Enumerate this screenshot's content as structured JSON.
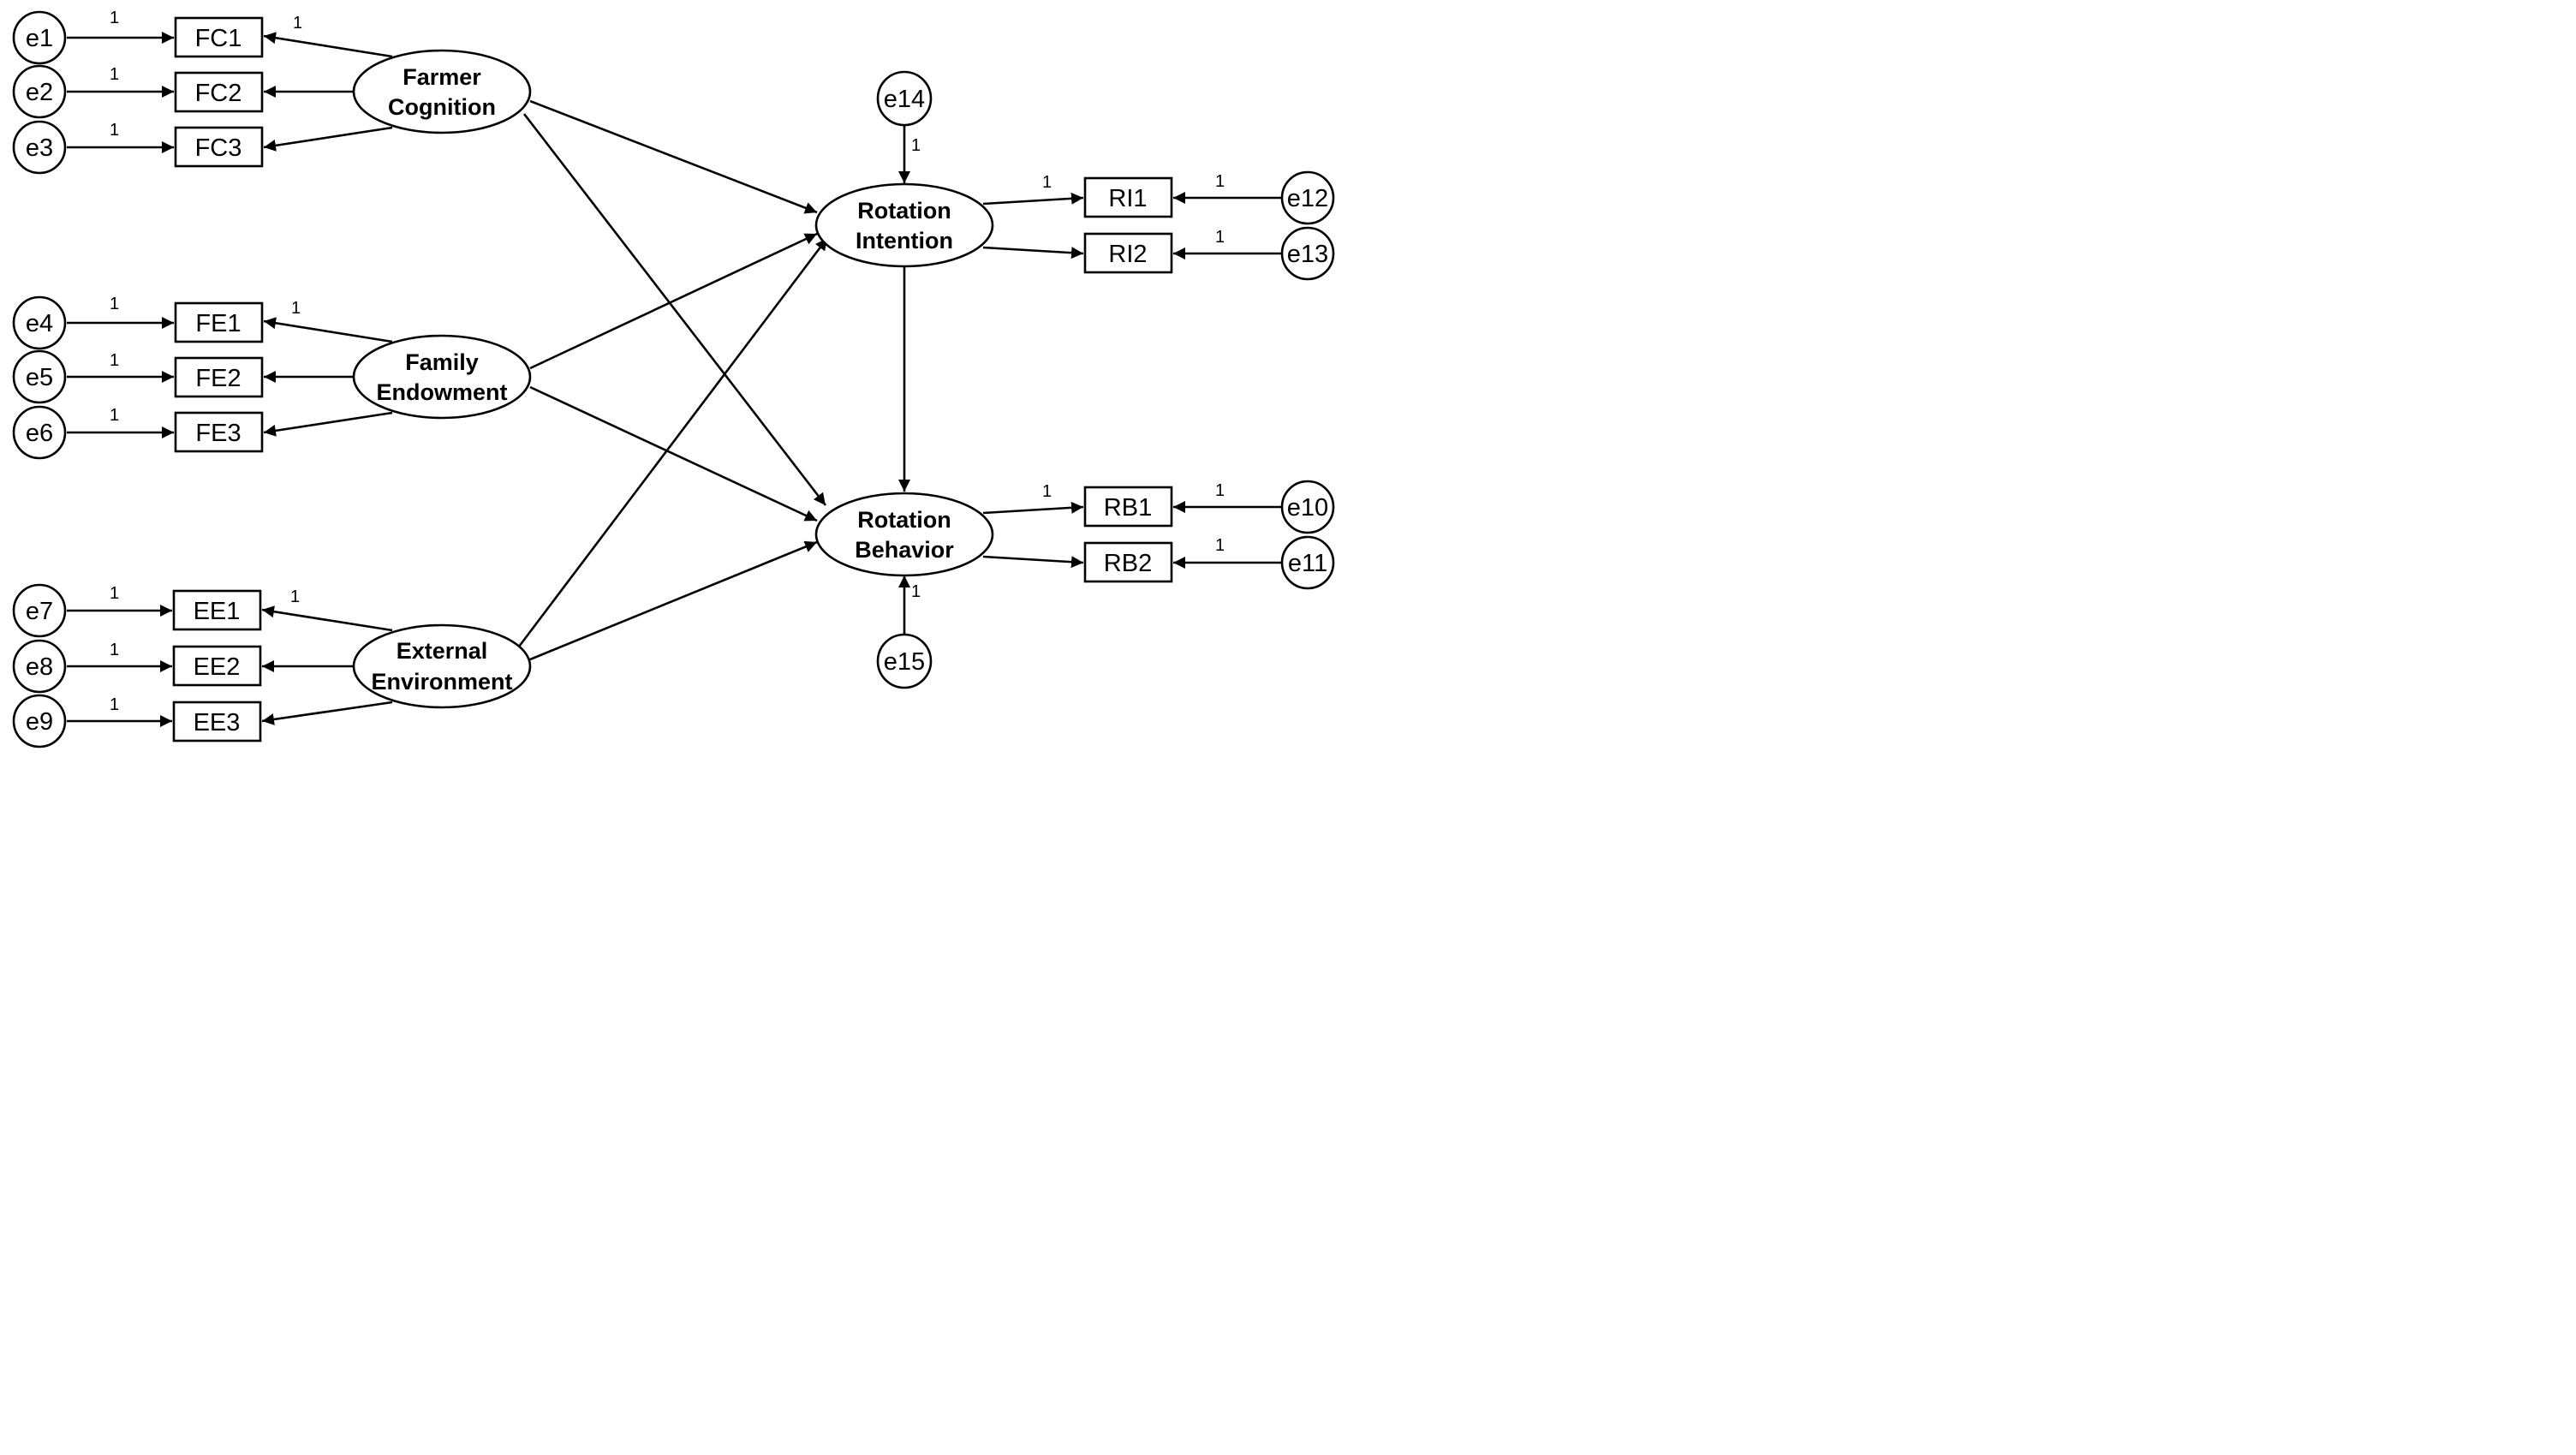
{
  "diagram": {
    "errors": {
      "e1": "e1",
      "e2": "e2",
      "e3": "e3",
      "e4": "e4",
      "e5": "e5",
      "e6": "e6",
      "e7": "e7",
      "e8": "e8",
      "e9": "e9",
      "e10": "e10",
      "e11": "e11",
      "e12": "e12",
      "e13": "e13",
      "e14": "e14",
      "e15": "e15"
    },
    "indicators": {
      "FC1": "FC1",
      "FC2": "FC2",
      "FC3": "FC3",
      "FE1": "FE1",
      "FE2": "FE2",
      "FE3": "FE3",
      "EE1": "EE1",
      "EE2": "EE2",
      "EE3": "EE3",
      "RI1": "RI1",
      "RI2": "RI2",
      "RB1": "RB1",
      "RB2": "RB2"
    },
    "latents": {
      "FC": [
        "Farmer",
        "Cognition"
      ],
      "FE": [
        "Family",
        "Endowment"
      ],
      "EE": [
        "External",
        "Environment"
      ],
      "RI": [
        "Rotation",
        "Intention"
      ],
      "RB": [
        "Rotation",
        "Behavior"
      ]
    },
    "fixed_weight": "1"
  }
}
